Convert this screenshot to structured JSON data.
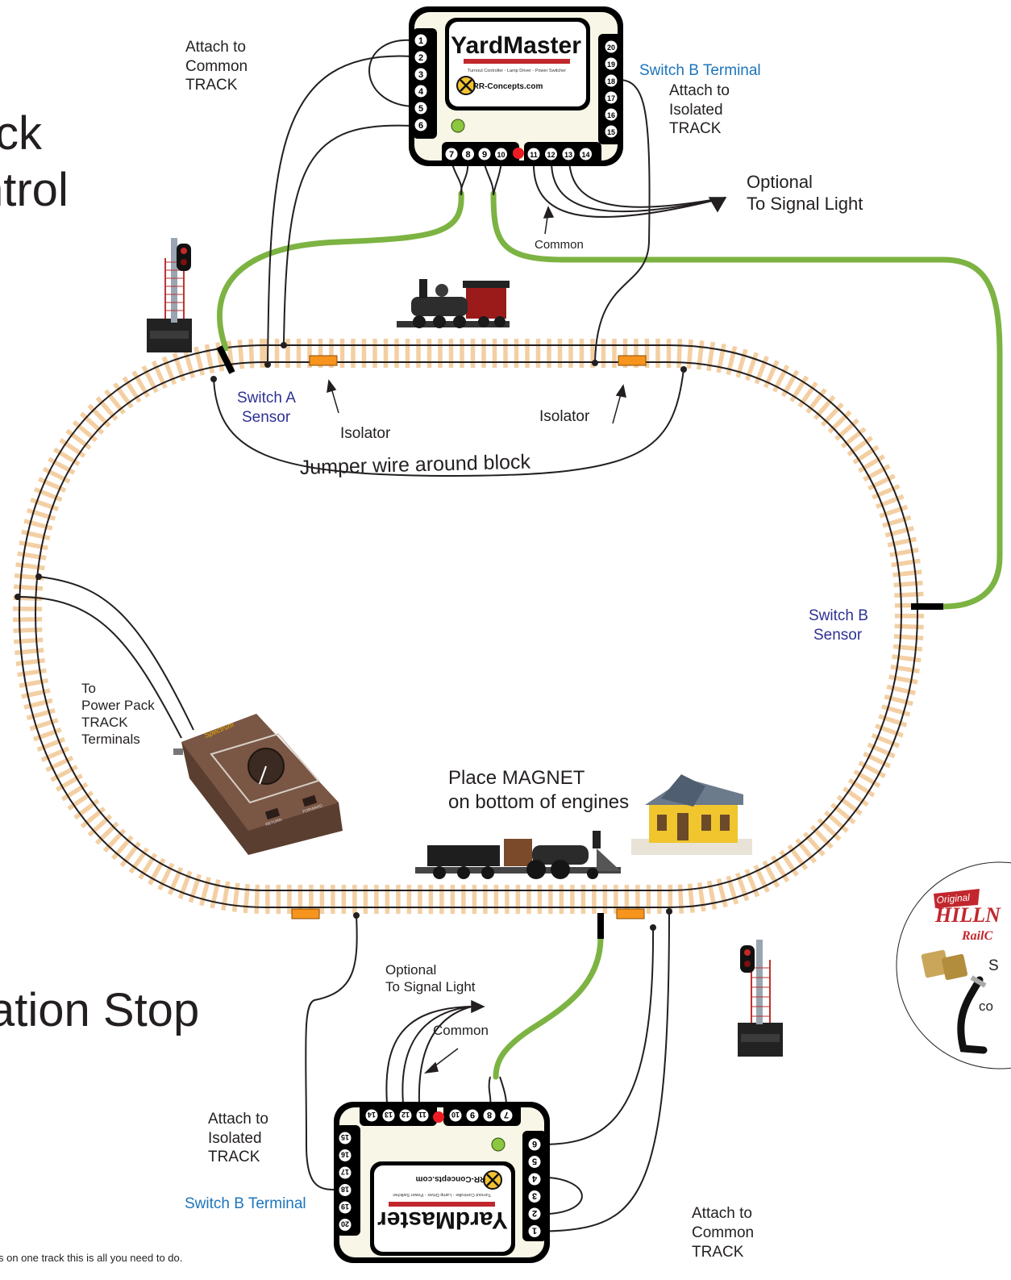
{
  "heading_top_1": "ck",
  "heading_top_2": "ntrol",
  "heading_bottom": "ation Stop",
  "footnote": "s on one track this is all you need to do.",
  "top_controller": {
    "brand": "YardMaster",
    "tagline": "Turnout Controller - Lamp Driver - Power Switcher",
    "website": "RR-Concepts.com",
    "left_pins": [
      "1",
      "2",
      "3",
      "4",
      "5",
      "6"
    ],
    "right_pins": [
      "20",
      "19",
      "18",
      "17",
      "16",
      "15"
    ],
    "bottom_pins_a": [
      "7",
      "8",
      "9",
      "10"
    ],
    "bottom_pins_b": [
      "11",
      "12",
      "13",
      "14"
    ]
  },
  "bottom_controller": {
    "brand": "YardMaster",
    "tagline": "Turnout Controller - Lamp Driver - Power Switcher",
    "website": "RR-Concepts.com",
    "right_pins": [
      "6",
      "5",
      "4",
      "3",
      "2",
      "1"
    ],
    "left_pins": [
      "15",
      "16",
      "17",
      "18",
      "19",
      "20"
    ],
    "top_pins_a": [
      "14",
      "13",
      "12",
      "11"
    ],
    "top_pins_b": [
      "10",
      "9",
      "8",
      "7"
    ]
  },
  "labels": {
    "attach_common_top": [
      "Attach to",
      "Common",
      "TRACK"
    ],
    "switch_b_terminal_top": "Switch B Terminal",
    "attach_isolated_top": [
      "Attach to",
      "Isolated",
      "TRACK"
    ],
    "optional_top": [
      "Optional",
      "To Signal Light"
    ],
    "common_top": "Common",
    "switch_a_sensor": [
      "Switch A",
      "Sensor"
    ],
    "isolator_left": "Isolator",
    "isolator_right": "Isolator",
    "jumper": "Jumper wire around block",
    "switch_b_sensor": [
      "Switch B",
      "Sensor"
    ],
    "power_pack": [
      "To",
      "Power Pack",
      "TRACK",
      "Terminals"
    ],
    "magnet": [
      "Place MAGNET",
      "on bottom of engines"
    ],
    "optional_bottom": [
      "Optional",
      "To Signal Light"
    ],
    "common_bottom": "Common",
    "attach_isolated_bottom": [
      "Attach to",
      "Isolated",
      "TRACK"
    ],
    "switch_b_terminal_bottom": "Switch B Terminal",
    "attach_common_bottom": [
      "Attach to",
      "Common",
      "TRACK"
    ]
  },
  "inset": {
    "brand_small": "Original",
    "brand_big": "HILLN",
    "brand_sub": "RailC",
    "fragment_1": "S",
    "fragment_2": "co"
  },
  "power_pack": {
    "brand": "Spectrum",
    "button_left": "RETURN",
    "button_right": "FORWARD"
  },
  "colors": {
    "wire_green": "#7cb342",
    "tie": "#f3cfa3",
    "isolator": "#f7941d",
    "switch_b_blue": "#1c75bc",
    "sensor_navy": "#2e3192",
    "led_red": "#ed1c24",
    "led_green": "#8dc63f"
  }
}
